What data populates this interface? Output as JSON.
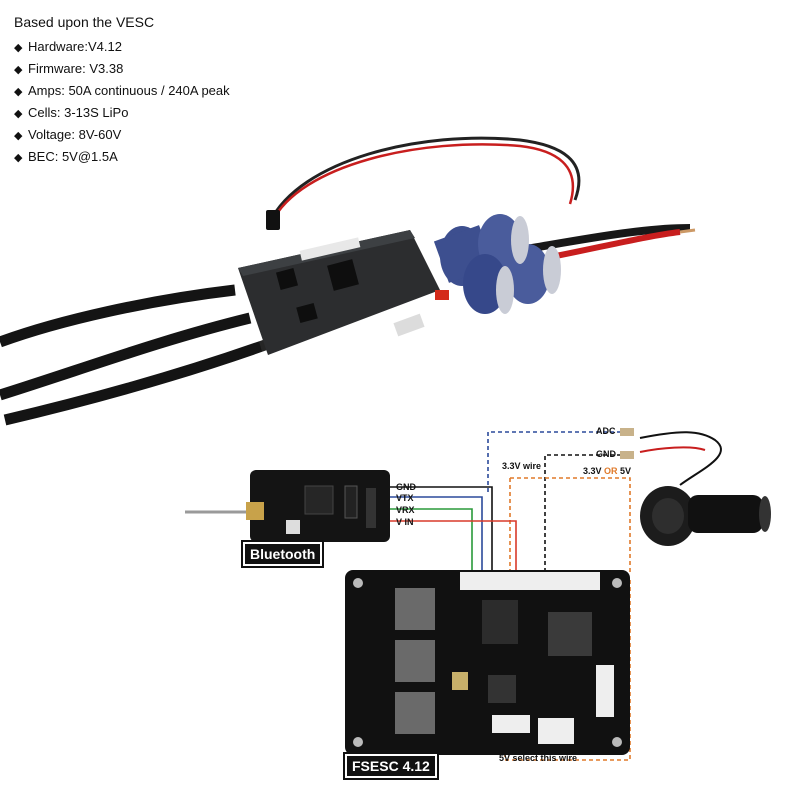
{
  "specs": {
    "title": "Based upon the VESC",
    "items": [
      "Hardware:V4.12",
      "Firmware: V3.38",
      "Amps: 50A continuous / 240A peak",
      "Cells: 3-13S LiPo",
      "Voltage: 8V-60V",
      "BEC: 5V@1.5A"
    ]
  },
  "diagram": {
    "bluetooth_label": "Bluetooth",
    "board_label": "FSESC 4.12",
    "pins": [
      "GND",
      "VTX",
      "VRX",
      "V IN"
    ],
    "adc_labels": {
      "adc": "ADC",
      "gnd": "GND",
      "wire33": "3.3V wire",
      "v33": "3.3V",
      "or": "OR",
      "v5": "5V"
    },
    "select_label": "5V select this wire"
  },
  "colors": {
    "blue_wire": "#2b4a9b",
    "red_wire": "#d93a2a",
    "green_wire": "#2a9a3a",
    "orange_wire": "#e07a2a",
    "capacitor": "#3d4f8f"
  }
}
